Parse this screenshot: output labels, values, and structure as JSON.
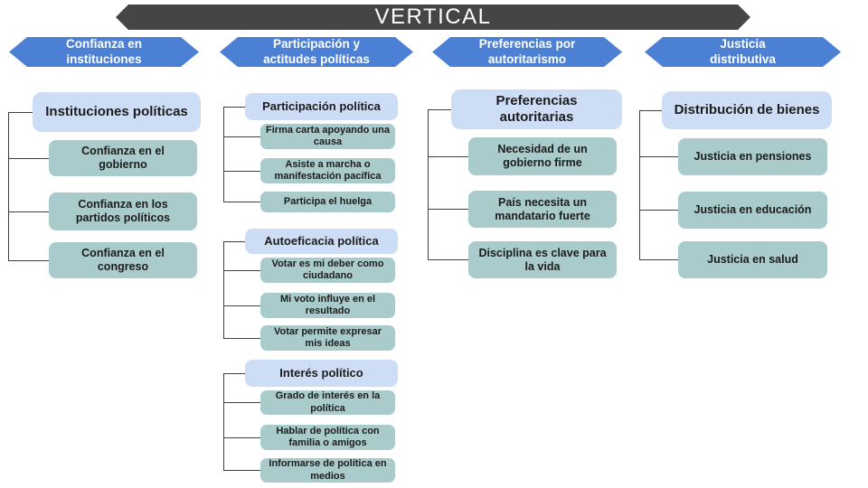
{
  "title": "VERTICAL",
  "colors": {
    "banner": "#454545",
    "header_hex": "#4b80d5",
    "parent_box": "#cdddf6",
    "child_box": "#a9cbcc",
    "connector": "#3f3f3f",
    "box_text": "#1c1c1c",
    "header_text": "#ffffff"
  },
  "columns": [
    {
      "header": "Confianza en\ninstituciones",
      "groups": [
        {
          "parent": "Instituciones políticas",
          "children": [
            "Confianza en el gobierno",
            "Confianza en los partidos políticos",
            "Confianza en el congreso"
          ]
        }
      ]
    },
    {
      "header": "Participación y\nactitudes políticas",
      "groups": [
        {
          "parent": "Participación política",
          "children": [
            "Firma carta apoyando una causa",
            "Asiste a marcha o manifestación pacífica",
            "Participa el huelga"
          ]
        },
        {
          "parent": "Autoeficacia política",
          "children": [
            "Votar es mi deber como ciudadano",
            "Mi voto influye en el resultado",
            "Votar permite expresar mis ideas"
          ]
        },
        {
          "parent": "Interés político",
          "children": [
            "Grado de interés en la política",
            "Hablar de política con familia o amigos",
            "Informarse de política en medios"
          ]
        }
      ]
    },
    {
      "header": "Preferencias por\nautoritarismo",
      "groups": [
        {
          "parent": "Preferencias\nautoritarias",
          "children": [
            "Necesidad de un gobierno firme",
            "País necesita un mandatario fuerte",
            "Disciplina es clave para la vida"
          ]
        }
      ]
    },
    {
      "header": "Justicia\ndistributiva",
      "groups": [
        {
          "parent": "Distribución de bienes",
          "children": [
            "Justicia en pensiones",
            "Justicia en educación",
            "Justicia en salud"
          ]
        }
      ]
    }
  ]
}
